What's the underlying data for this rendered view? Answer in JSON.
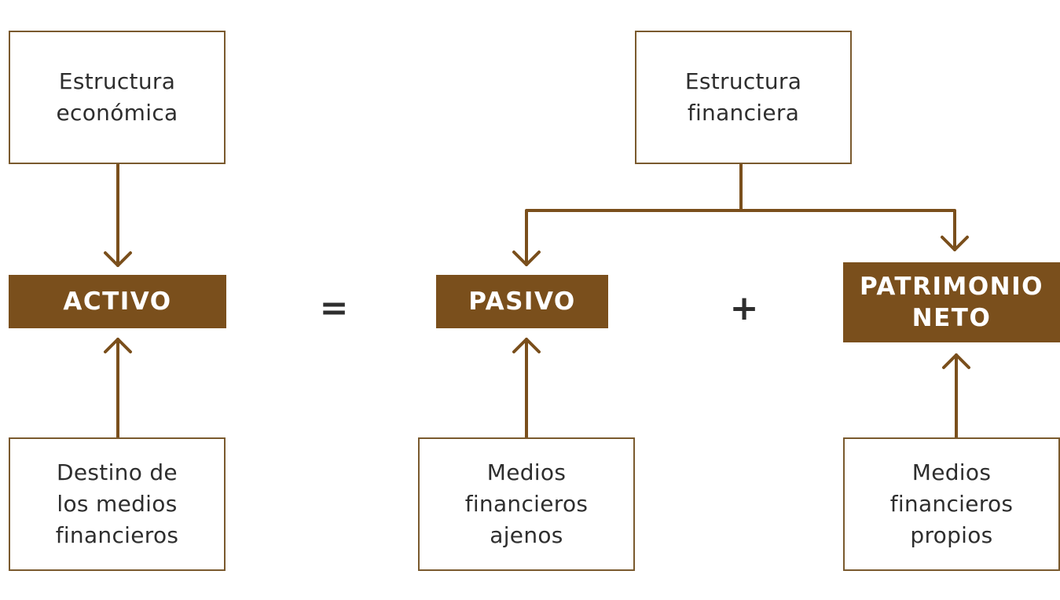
{
  "diagram": {
    "top_left_box": "Estructura\neconómica",
    "top_right_box": "Estructura\nfinanciera",
    "activo": "ACTIVO",
    "pasivo": "PASIVO",
    "patrimonio": "PATRIMONIO\nNETO",
    "equals": "=",
    "plus": "+",
    "bottom_left_box": "Destino de\nlos medios\nfinancieros",
    "bottom_middle_box": "Medios\nfinancieros\najenos",
    "bottom_right_box": "Medios\nfinancieros\npropios"
  },
  "colors": {
    "fill": "#7a4f1c",
    "border": "#7a5a2e",
    "connector": "#7a4f1c"
  }
}
